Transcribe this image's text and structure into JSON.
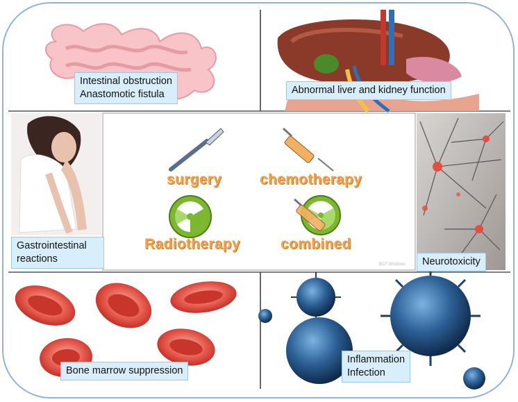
{
  "panels": {
    "top_left": {
      "lines": [
        "Intestinal obstruction",
        "Anastomotic fistula"
      ]
    },
    "top_right": {
      "lines": [
        "Abnormal liver and kidney function"
      ]
    },
    "mid_left": {
      "lines": [
        "Gastrointestinal",
        "reactions"
      ]
    },
    "mid_right": {
      "lines": [
        "Neurotoxicity"
      ]
    },
    "bottom_left": {
      "lines": [
        "Bone marrow suppression"
      ]
    },
    "bottom_right": {
      "lines": [
        "Inflammation",
        "Infection"
      ]
    }
  },
  "center": {
    "treatments": [
      "surgery",
      "chemotherapy",
      "Radiotherapy",
      "combined"
    ],
    "watermark": "BCF Windows"
  },
  "icons": [
    "intestine-image",
    "liver-kidney-image",
    "woman-nausea-image",
    "neuron-image",
    "red-blood-cells-image",
    "virus-image",
    "scalpel-icon",
    "syringe-icon",
    "radiation-icon",
    "combined-icon"
  ]
}
